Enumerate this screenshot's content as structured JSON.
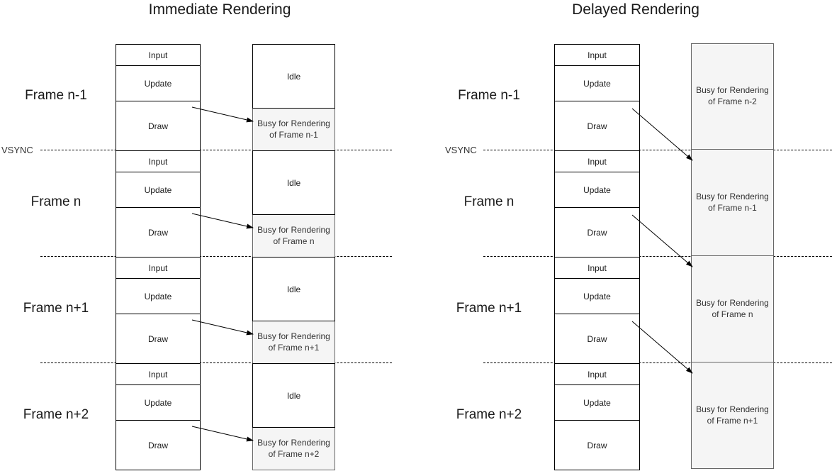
{
  "colors": {
    "busy_fill": "#f5f5f5",
    "busy_stroke": "#666666",
    "box_stroke": "#000000",
    "text": "#1a1a1a"
  },
  "left": {
    "title": "Immediate Rendering",
    "vsync": "VSYNC",
    "frame_labels": [
      "Frame n-1",
      "Frame n",
      "Frame n+1",
      "Frame n+2"
    ],
    "cpu_labels": [
      "Input",
      "Update",
      "Draw"
    ],
    "gpu": [
      {
        "idle": "Idle",
        "busy": "Busy for Rendering\nof Frame n-1"
      },
      {
        "idle": "Idle",
        "busy": "Busy for Rendering\nof Frame n"
      },
      {
        "idle": "Idle",
        "busy": "Busy for Rendering\nof Frame n+1"
      },
      {
        "idle": "Idle",
        "busy": "Busy for Rendering\nof Frame n+2"
      }
    ]
  },
  "right": {
    "title": "Delayed Rendering",
    "vsync": "VSYNC",
    "frame_labels": [
      "Frame n-1",
      "Frame n",
      "Frame n+1",
      "Frame n+2"
    ],
    "cpu_labels": [
      "Input",
      "Update",
      "Draw"
    ],
    "gpu_busy": [
      "Busy for Rendering\nof Frame n-2",
      "Busy for Rendering\nof Frame n-1",
      "Busy for Rendering\nof Frame n",
      "Busy for Rendering\nof Frame n+1"
    ]
  }
}
